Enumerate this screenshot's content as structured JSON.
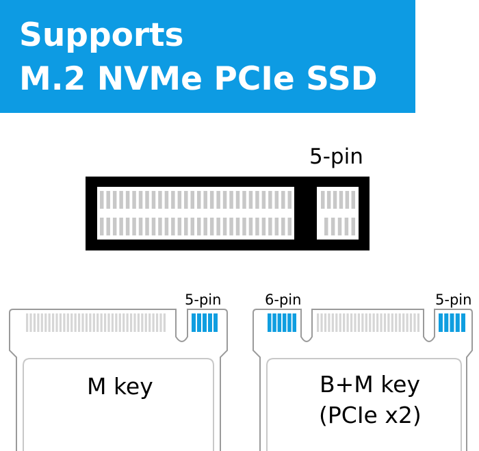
{
  "banner": {
    "line1": "Supports",
    "line2": "M.2 NVMe PCIe SSD",
    "color": "#0d9be3"
  },
  "connector": {
    "label": "5-pin"
  },
  "cards": [
    {
      "key_label": "M key",
      "sub_label": "",
      "pin_labels": [
        "5-pin"
      ]
    },
    {
      "key_label": "B+M key",
      "sub_label": "(PCIe x2)",
      "pin_labels": [
        "6-pin",
        "5-pin"
      ]
    }
  ],
  "colors": {
    "highlight": "#0f9ee0",
    "pin_gray": "#c8c8c8",
    "socket": "#000000"
  }
}
